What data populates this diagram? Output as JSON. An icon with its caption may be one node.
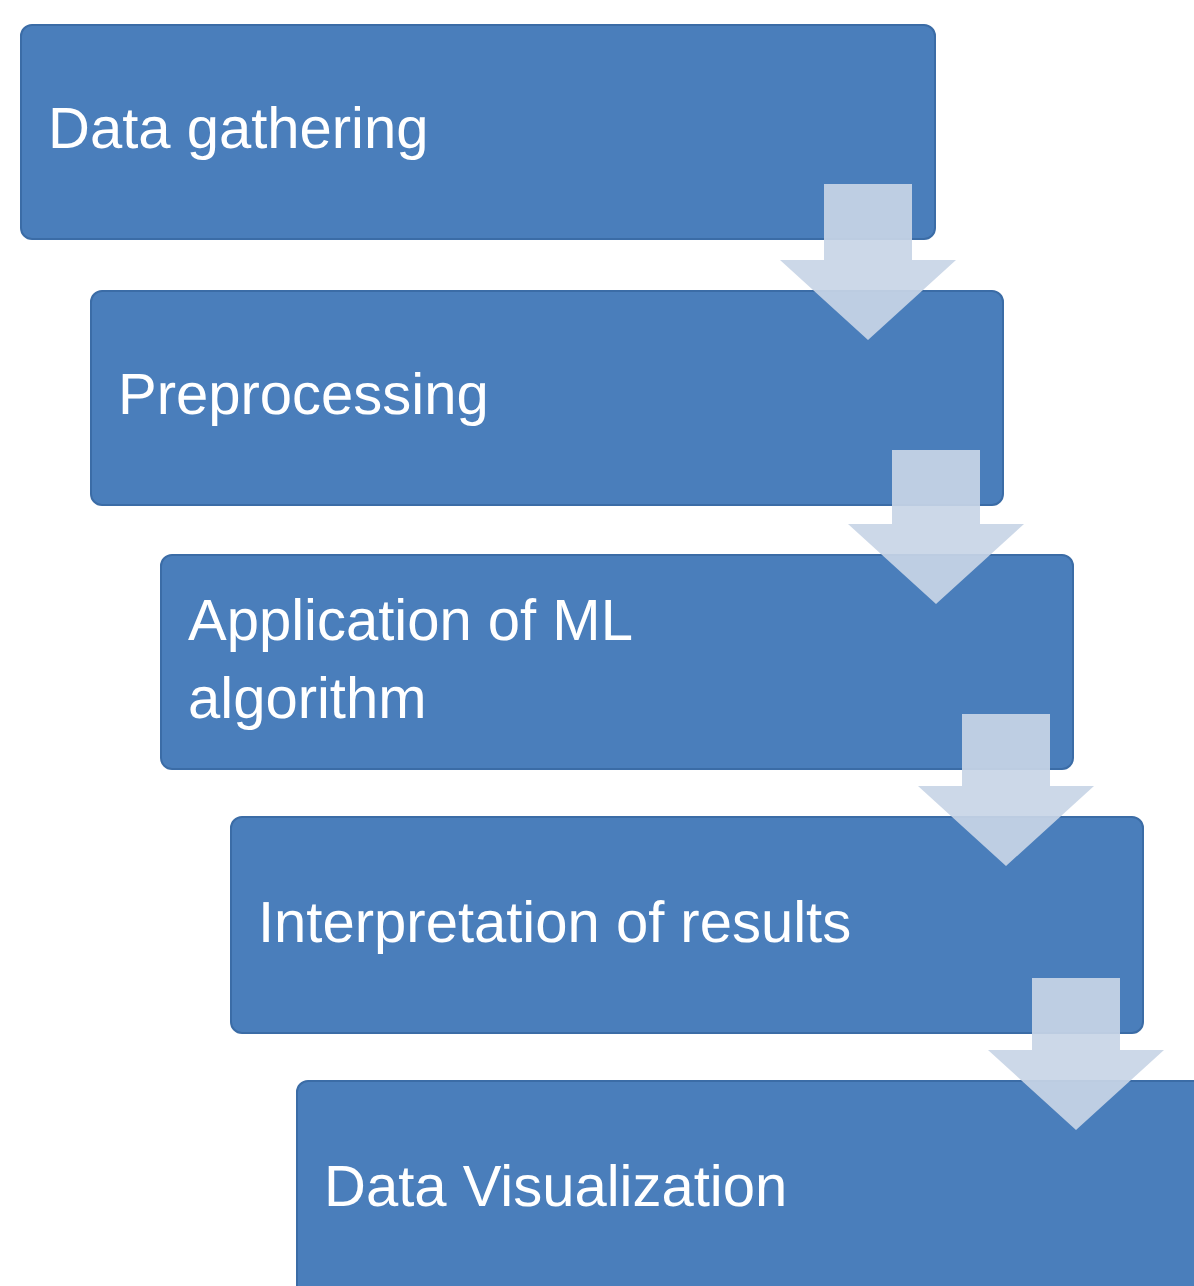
{
  "diagram": {
    "nodes": [
      {
        "text": [
          "Data gathering"
        ]
      },
      {
        "text": [
          "Preprocessing"
        ]
      },
      {
        "text": [
          "Application of ML algorithm"
        ]
      },
      {
        "text": [
          "Interpretation of results"
        ]
      },
      {
        "text": [
          "Data Visualization"
        ]
      }
    ],
    "edges": [
      {
        "from": 0,
        "to": 1,
        "arrow": "to"
      },
      {
        "from": 1,
        "to": 2,
        "arrow": "to"
      },
      {
        "from": 2,
        "to": 3,
        "arrow": "to"
      },
      {
        "from": 3,
        "to": 4,
        "arrow": "to"
      }
    ]
  }
}
